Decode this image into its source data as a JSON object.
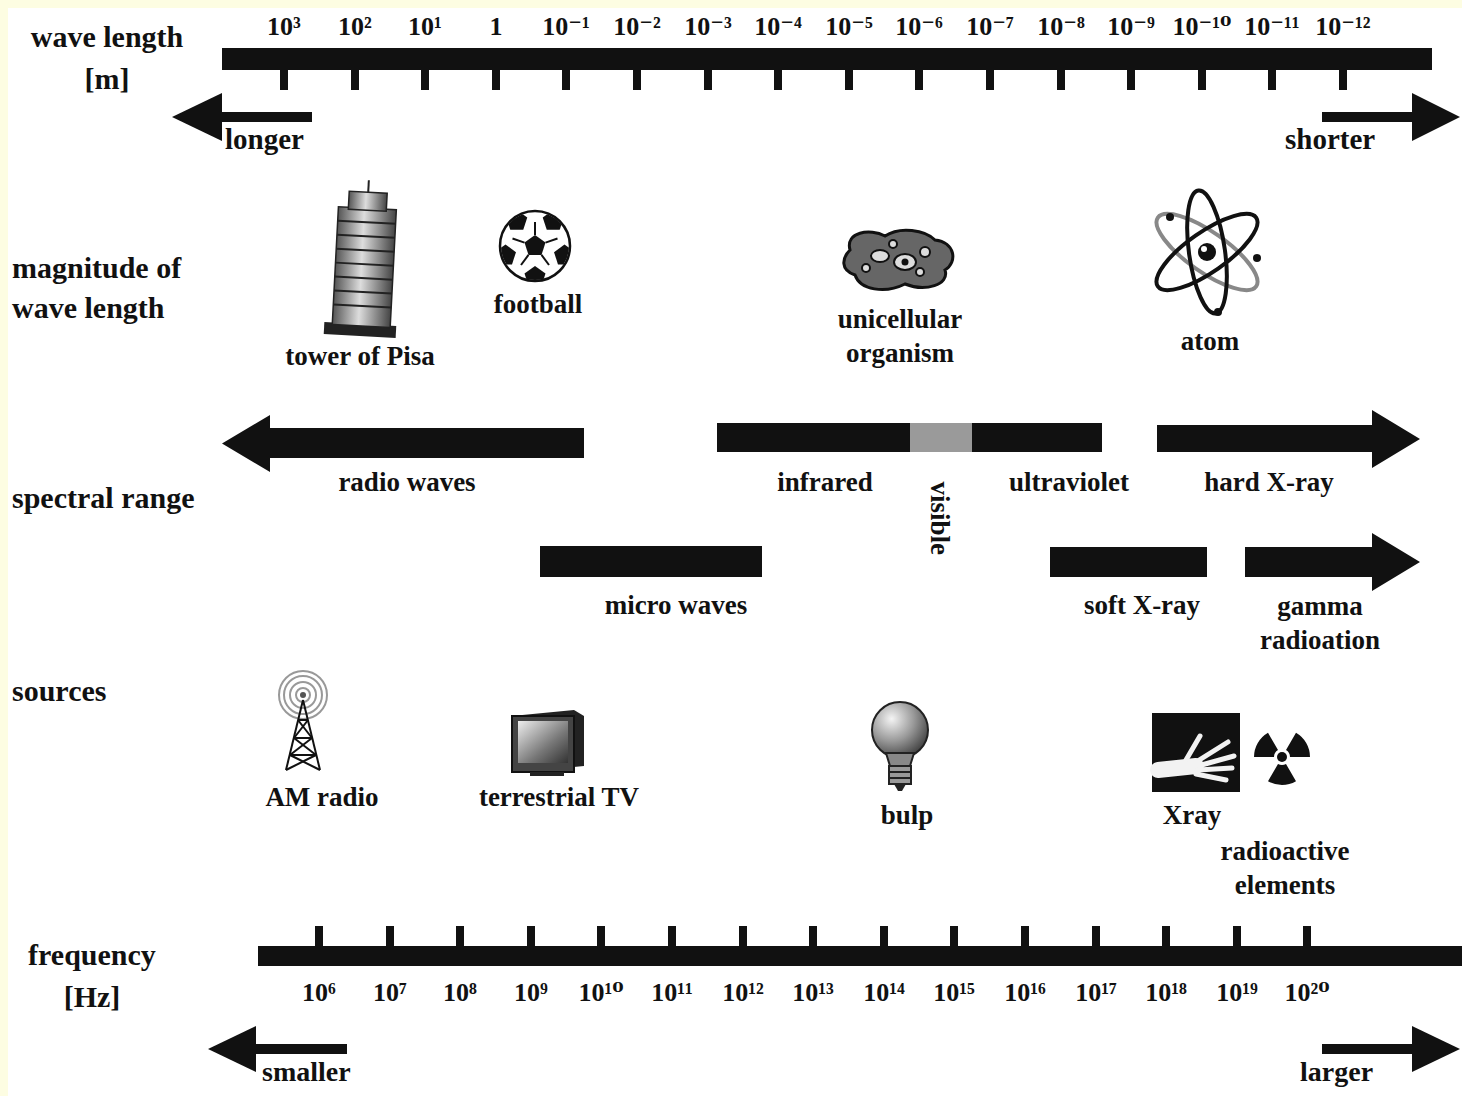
{
  "diagram": {
    "nodes": [
      {
        "text": [
          "radio waves"
        ]
      },
      {
        "text": [
          "infrared"
        ]
      },
      {
        "text": [
          "visible"
        ]
      },
      {
        "text": [
          "ultraviolet"
        ]
      },
      {
        "text": [
          "hard X-ray"
        ]
      },
      {
        "text": [
          "micro waves"
        ]
      },
      {
        "text": [
          "soft X-ray"
        ]
      },
      {
        "text": [
          "gamma radioation"
        ]
      }
    ],
    "labels": [
      "wave length [m]",
      "10³",
      "10²",
      "10¹",
      "1",
      "10⁻¹",
      "10⁻²",
      "10⁻³",
      "10⁻⁴",
      "10⁻⁵",
      "10⁻⁶",
      "10⁻⁷",
      "10⁻⁸",
      "10⁻⁹",
      "10⁻¹⁰",
      "10⁻¹¹",
      "10⁻¹²",
      "longer",
      "shorter",
      "magnitude of wave length",
      "tower of Pisa",
      "football",
      "unicellular organism",
      "atom",
      "spectral range",
      "sources",
      "AM radio",
      "terrestrial TV",
      "bulp",
      "Xray",
      "radioactive elements",
      "frequency [Hz]",
      "10⁶",
      "10⁷",
      "10⁸",
      "10⁹",
      "10¹⁰",
      "10¹¹",
      "10¹²",
      "10¹³",
      "10¹⁴",
      "10¹⁵",
      "10¹⁶",
      "10¹⁷",
      "10¹⁸",
      "10¹⁹",
      "10²⁰",
      "smaller",
      "larger"
    ]
  }
}
